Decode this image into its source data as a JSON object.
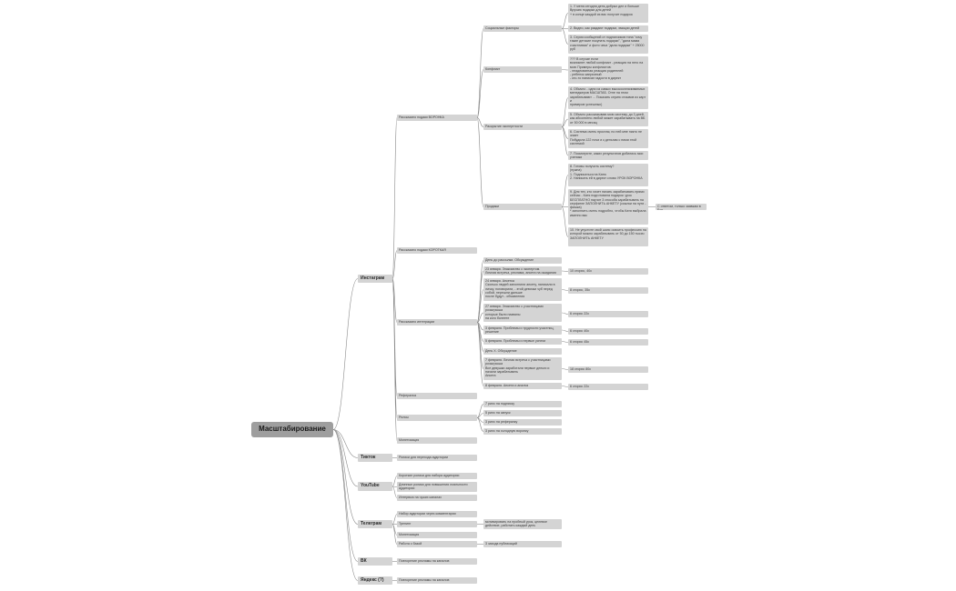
{
  "nodes": [
    {
      "id": "root",
      "text": "Масштабирование",
      "cls": "root"
    },
    {
      "id": "insta",
      "text": "Инстаграм",
      "cls": "l1"
    },
    {
      "id": "tiktok",
      "text": "Тикток",
      "cls": "l1"
    },
    {
      "id": "youtube",
      "text": "YouTube",
      "cls": "l1"
    },
    {
      "id": "telegram",
      "text": "Телеграм",
      "cls": "l1"
    },
    {
      "id": "vk",
      "text": "ВК",
      "cls": "l1"
    },
    {
      "id": "yandex",
      "text": "Яндекс (?)",
      "cls": "l1"
    },
    {
      "id": "i_vorona",
      "text": "Рассказано подаки ВОРОНКА"
    },
    {
      "id": "i_korotk",
      "text": "Рассказано подаки КОРОТКАЯ"
    },
    {
      "id": "i_inter",
      "text": "Рассказано интеграции"
    },
    {
      "id": "i_ref",
      "text": "Рефералка"
    },
    {
      "id": "i_rilsy",
      "text": "Рилсы"
    },
    {
      "id": "i_monet",
      "text": "Монетизация"
    },
    {
      "id": "v_soc",
      "text": "Социальные факторы"
    },
    {
      "id": "v_konf",
      "text": "Конфликт"
    },
    {
      "id": "v_ekspert",
      "text": "Раскрытие экспертности"
    },
    {
      "id": "v_prodazhi",
      "text": "Продажи"
    },
    {
      "id": "soc1",
      "text": "1. У меня сегодня день добрых дел и больше Вручаю подарки для детей\n+ в конце каждой из вас получит подарок"
    },
    {
      "id": "soc2",
      "text": "2. Видео, как раздают подарки, эмоции детей"
    },
    {
      "id": "soc3",
      "text": "3. Серия сообщений от подписчиков типа \"хочу такие детские покупать подарки\", \"дала мама счастливая\" и фото чека \"дала подарки\" + 25000 руб"
    },
    {
      "id": "konf1",
      "text": "??? В случае если\nвозникнет любой конфликт - реакция на него на мою Примеры конфликтов:\n- неадекватная реакция родителей\n- ребенок капризный\n- кто-то написал гадости в директ"
    },
    {
      "id": "eks1",
      "text": "4. Обычно - одни из самых высокооплачиваемых менеджеров МАСШТАБ. Огнe на этом зарабатывают ... Показать серию отзывов из карт и\nпримеров успешных)"
    },
    {
      "id": "eks2",
      "text": "5. Обычно рассказываю мою систему, до 3 дней, как абсолютно любой может зарабатывать на ВБ от 50 000 в месяц"
    },
    {
      "id": "eks3",
      "text": "6. Система очень простая, по ней мне никто не знает\nПобудила 122 ночи и к деньгам с ними этой системой"
    },
    {
      "id": "eks4",
      "text": "7. Посмотрите, каких результатов добились мои ученики"
    },
    {
      "id": "prod1",
      "text": "8. Готовы получить систему?\n(нужна)\n1. Подписаться на Катю\n2. Написать ей в директ слово УРОК ВОРОНКА"
    },
    {
      "id": "prod2",
      "text": "9. Для тех, кто хочет начать зарабатывать прямо сейчас - Катя подготовила подарок: урок БЕСПЛАТНО научит 3 способа зарабатывать на серфинге ЗАПОЛНИТЬ АНКЕТУ (ссылки на пути - фишка)\n* заполнить очень подробно, чтобы Катя выбрала именно вас"
    },
    {
      "id": "prod2n",
      "text": "С ответом, только заявкам в Бот"
    },
    {
      "id": "prod3",
      "text": "10. Не упустите свой шанс освоить профессию на которой можно зарабатывать от 50 до 150 тысяч\nЗАПОЛНИТЬ АНКЕТУ"
    },
    {
      "id": "int0",
      "text": "День до рассылки. Обсуждение"
    },
    {
      "id": "int1",
      "text": "23 января. Знакомство с экспертом.\nЛичная встреча, реклама, анкета на ожидания"
    },
    {
      "id": "int1n",
      "text": "10 сторис, 40с"
    },
    {
      "id": "int2",
      "text": "24 января. Анкетка\nСколько людей заполнили анкету, написали в личку, поговорили, - этой девочки чуб перед собой, перешли дальше\nпосле будут - объявления"
    },
    {
      "id": "int2n",
      "text": "8 сторис, 35с"
    },
    {
      "id": "int3",
      "text": "27 января. Знакомство с участницами розыгрыша\nкоторые были названы\nна кого болеете"
    },
    {
      "id": "int3n",
      "text": "6 сторис 22с"
    },
    {
      "id": "int4",
      "text": "3 февраля. Проблемы и трудности участниц, решение"
    },
    {
      "id": "int4n",
      "text": "6 сторис 40с"
    },
    {
      "id": "int5",
      "text": "5 февраля. Проблемы и первые успехи"
    },
    {
      "id": "int5n",
      "text": "6 сторис 45с"
    },
    {
      "id": "int6",
      "text": "День X. Обсуждение"
    },
    {
      "id": "int7",
      "text": "7 февраля. Личная встреча с участницами розыгрыша\nВсе девушки заработали первые деньги и начали зарабатывать\nАнкета"
    },
    {
      "id": "int7n",
      "text": "18 сторис 80с"
    },
    {
      "id": "int8",
      "text": "8 февраля. Анкета и анализ"
    },
    {
      "id": "int8n",
      "text": "6 сторис 22с"
    },
    {
      "id": "ril1",
      "text": "7 рилс на подписку"
    },
    {
      "id": "ril2",
      "text": "5 рилс на запуск"
    },
    {
      "id": "ril3",
      "text": "3 рилс на рефералку"
    },
    {
      "id": "ril4",
      "text": "3 рилс на холодную воронку"
    },
    {
      "id": "tk1",
      "text": "Ролики для перехода аудитории"
    },
    {
      "id": "yt1",
      "text": "Короткие ролики для набора аудитории"
    },
    {
      "id": "yt2",
      "text": "Длинные ролики для повышения лояльности аудитории"
    },
    {
      "id": "yt3",
      "text": "Интервью на чужих каналах"
    },
    {
      "id": "tg1",
      "text": "Набор аудитории через комментарии"
    },
    {
      "id": "tg2",
      "text": "Тренинг"
    },
    {
      "id": "tg2n",
      "text": "мотивировать на пробный урок, целевое действие, работать каждый день"
    },
    {
      "id": "tg3",
      "text": "Монетизация"
    },
    {
      "id": "tg4",
      "text": "Работа с базой"
    },
    {
      "id": "tg4n",
      "text": "3 захода публикаций"
    },
    {
      "id": "vk1",
      "text": "Повторение рекламы на каналов"
    },
    {
      "id": "ya1",
      "text": "Повторение рекламы на каналов"
    }
  ]
}
